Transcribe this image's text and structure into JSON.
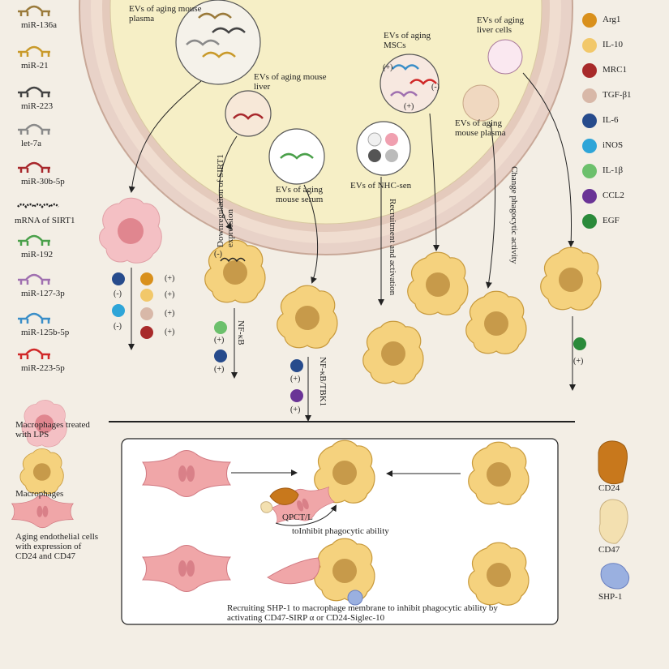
{
  "legend_left": [
    {
      "label": "miR-136a",
      "color": "#9a7a3a"
    },
    {
      "label": "miR-21",
      "color": "#c99a2a"
    },
    {
      "label": "miR-223",
      "color": "#444444"
    },
    {
      "label": "let-7a",
      "color": "#8a8a8a"
    },
    {
      "label": "miR-30b-5p",
      "color": "#a8282c"
    },
    {
      "label": "mRNA of SIRT1",
      "color": "#222222"
    },
    {
      "label": "miR-192",
      "color": "#4aa04a"
    },
    {
      "label": "miR-127-3p",
      "color": "#a070b0"
    },
    {
      "label": "miR-125b-5p",
      "color": "#3a8ec8"
    },
    {
      "label": "miR-223-5p",
      "color": "#d02828"
    }
  ],
  "legend_cells": {
    "lps": "Macrophages treated with LPS",
    "mac": "Macrophages",
    "endo": "Aging endothelial cells with expression of CD24 and CD47"
  },
  "legend_right": [
    {
      "label": "Arg1",
      "color": "#d9901c"
    },
    {
      "label": "IL-10",
      "color": "#f2c86a"
    },
    {
      "label": "MRC1",
      "color": "#a82a2a"
    },
    {
      "label": "TGF-β1",
      "color": "#d8b8a8"
    },
    {
      "label": "IL-6",
      "color": "#274b8c"
    },
    {
      "label": "iNOS",
      "color": "#2ea5d8"
    },
    {
      "label": "IL-1β",
      "color": "#6cc06c"
    },
    {
      "label": "CCL2",
      "color": "#6a3496"
    },
    {
      "label": "EGF",
      "color": "#2a8a3a"
    }
  ],
  "ev_labels": {
    "plasma1": "EVs of aging mouse plasma",
    "liver": "EVs of aging mouse liver",
    "serum": "EVs of aging mouse serum",
    "msc": "EVs of aging MSCs",
    "nhc": "EVs of NHC-sen",
    "plasma2": "EVs of aging mouse plasma",
    "livercells": "EVs of aging liver cells"
  },
  "pathway": {
    "sirt1": "Downregulation of SIRT1 expression",
    "nfkb": "NF-κB",
    "nfkb_tbk1": "NF-κB/TBK1",
    "recruit": "Recruitment and activation",
    "phago": "Change phagocytic activity"
  },
  "signs": {
    "plus": "(+)",
    "minus": "(-)"
  },
  "bottom": {
    "qpct": "QPCT/L",
    "inhibit": "toInhibit phagocytic ability",
    "shp": "Recruiting SHP-1 to macrophage membrane to inhibit phagocytic ability by activating CD47-SIRP α or CD24-Siglec-10"
  },
  "proteins": {
    "cd24": "CD24",
    "cd47": "CD47",
    "shp1": "SHP-1"
  }
}
